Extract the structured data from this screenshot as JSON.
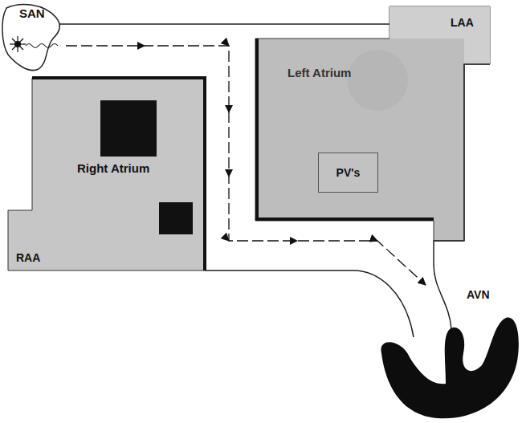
{
  "diagram": {
    "nodes": [
      {
        "text": [
          "SAN"
        ]
      },
      {
        "text": [
          "LAA"
        ]
      },
      {
        "text": [
          "Left Atrium"
        ]
      },
      {
        "text": [
          "PV's"
        ],
        "in": 2
      },
      {
        "text": [
          "Right Atrium",
          "RAA"
        ]
      },
      {
        "text": [
          "AVN"
        ]
      }
    ],
    "edges": [
      {
        "from": 0,
        "to": 5,
        "arrow": "to"
      }
    ]
  }
}
